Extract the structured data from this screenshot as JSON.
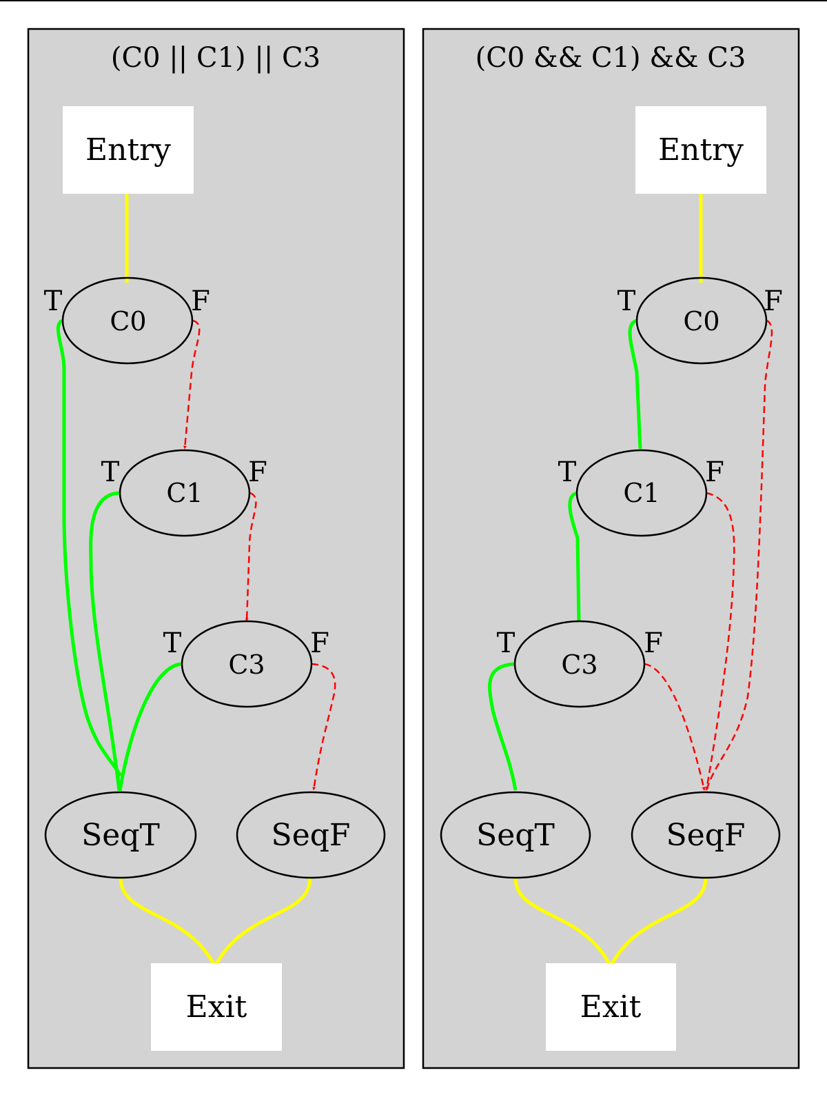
{
  "panels": [
    {
      "title": "(C0 || C1) || C3",
      "entry": "Entry",
      "exit": "Exit",
      "c0": "C0",
      "c1": "C1",
      "c3": "C3",
      "seq_t": "SeqT",
      "seq_f": "SeqF",
      "true_port": "T",
      "false_port": "F"
    },
    {
      "title": "(C0 && C1) && C3",
      "entry": "Entry",
      "exit": "Exit",
      "c0": "C0",
      "c1": "C1",
      "c3": "C3",
      "seq_t": "SeqT",
      "seq_f": "SeqF",
      "true_port": "T",
      "false_port": "F"
    }
  ],
  "colors": {
    "cluster_fill": "#d3d3d3",
    "flow_edge": "#ffff00",
    "true_edge": "#00ff00",
    "false_edge": "#ff0000"
  }
}
